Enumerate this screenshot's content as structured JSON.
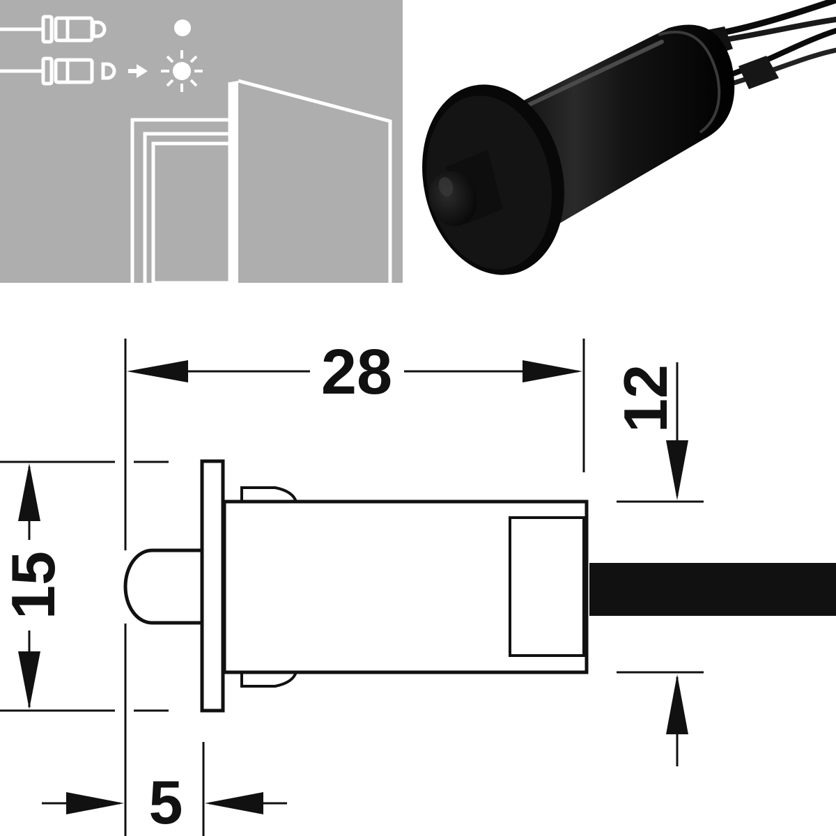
{
  "colors": {
    "panel_gray": "#aeaeae",
    "line_white": "#ffffff",
    "ink": "#111111",
    "product_black": "#0b0b0b",
    "background": "#ffffff"
  },
  "icons": {
    "switch_closed": "switch-plunger-icon",
    "light_off": "light-off-dot-icon",
    "switch_open": "switch-plunger-icon",
    "arrow": "arrow-right-icon",
    "light_on": "light-on-sun-icon"
  },
  "dimensions": {
    "length": "28",
    "height": "12",
    "flange_height": "15",
    "plunger_protrusion": "5"
  }
}
